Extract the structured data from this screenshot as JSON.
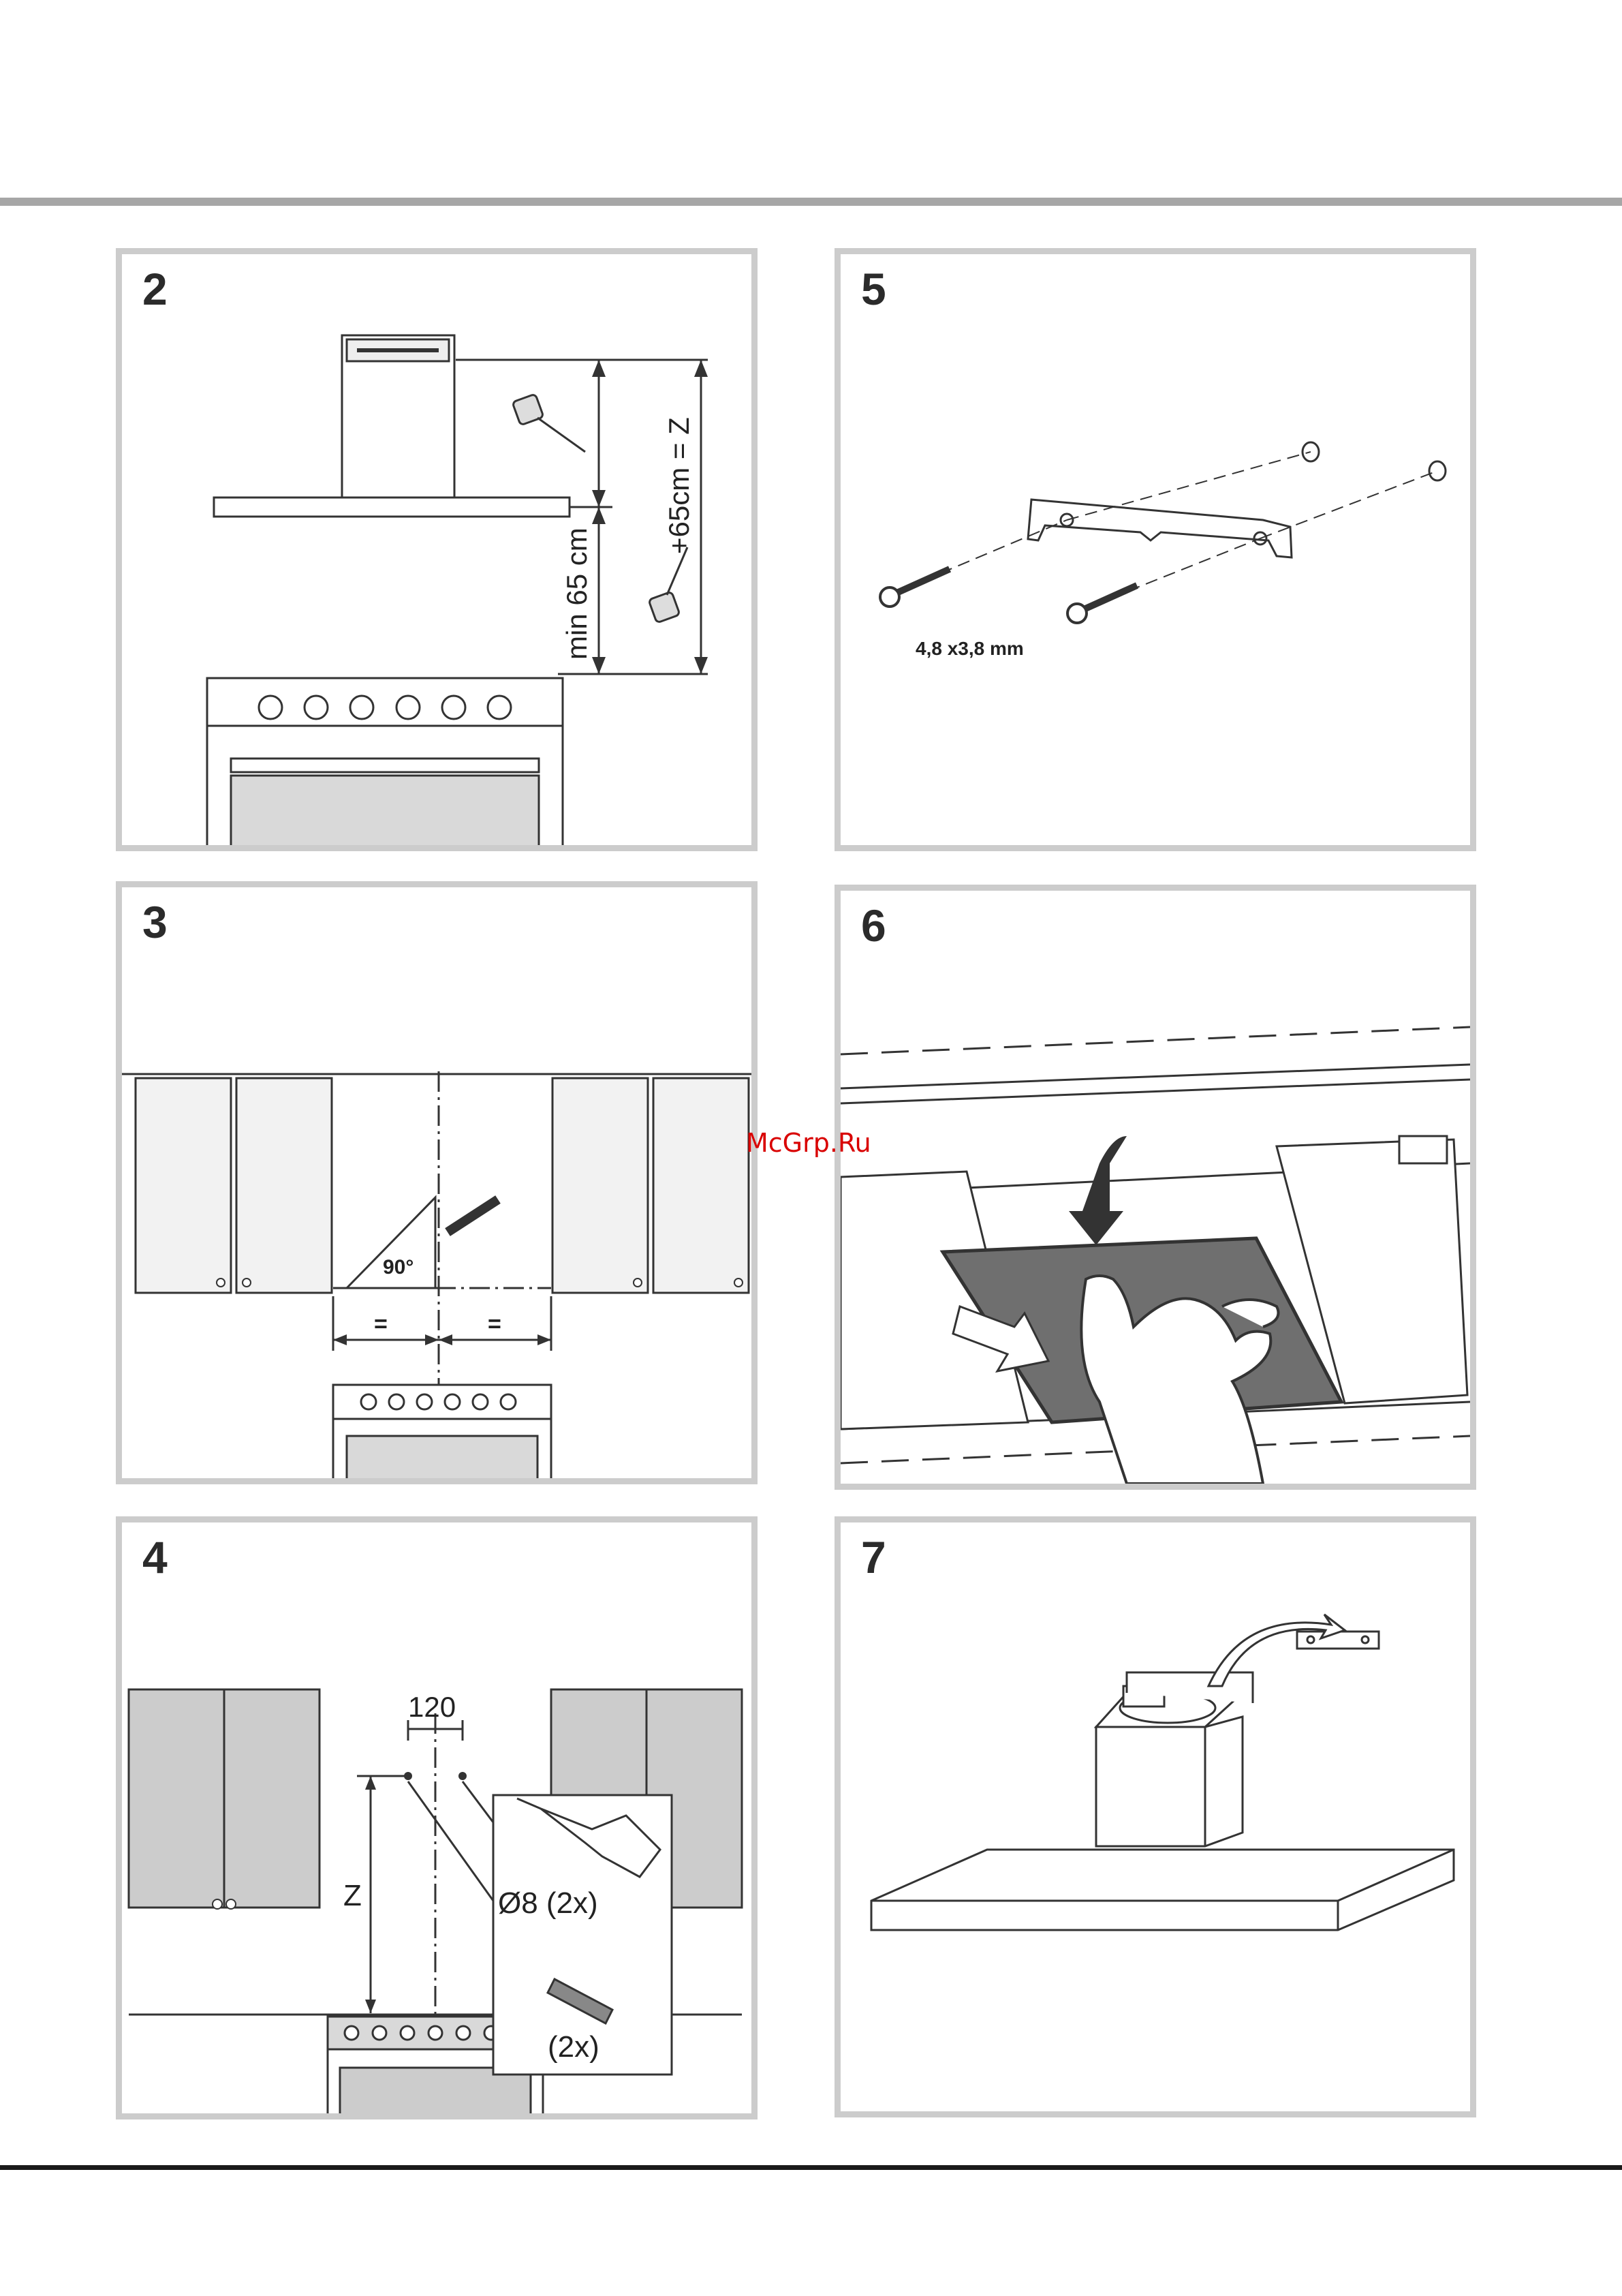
{
  "watermark": "McGrp.Ru",
  "panels": [
    {
      "number": "2",
      "labels": {
        "dist1": "min 65 cm",
        "dist2": "+65cm = Z"
      }
    },
    {
      "number": "3",
      "labels": {
        "angle": "90°",
        "eq_left": "=",
        "eq_right": "="
      }
    },
    {
      "number": "4",
      "labels": {
        "spacing": "120",
        "height": "Z",
        "drill": "Ø8 (2x)",
        "plugs": "(2x)"
      }
    },
    {
      "number": "5",
      "labels": {
        "screw": "4,8 x3,8 mm"
      }
    },
    {
      "number": "6",
      "labels": {}
    },
    {
      "number": "7",
      "labels": {}
    }
  ],
  "colors": {
    "panel_border": "#cccccc",
    "rule_top": "#a6a6a6",
    "rule_bottom": "#1a1a1a",
    "watermark": "#d90000",
    "filter": "#6f6f6f"
  }
}
